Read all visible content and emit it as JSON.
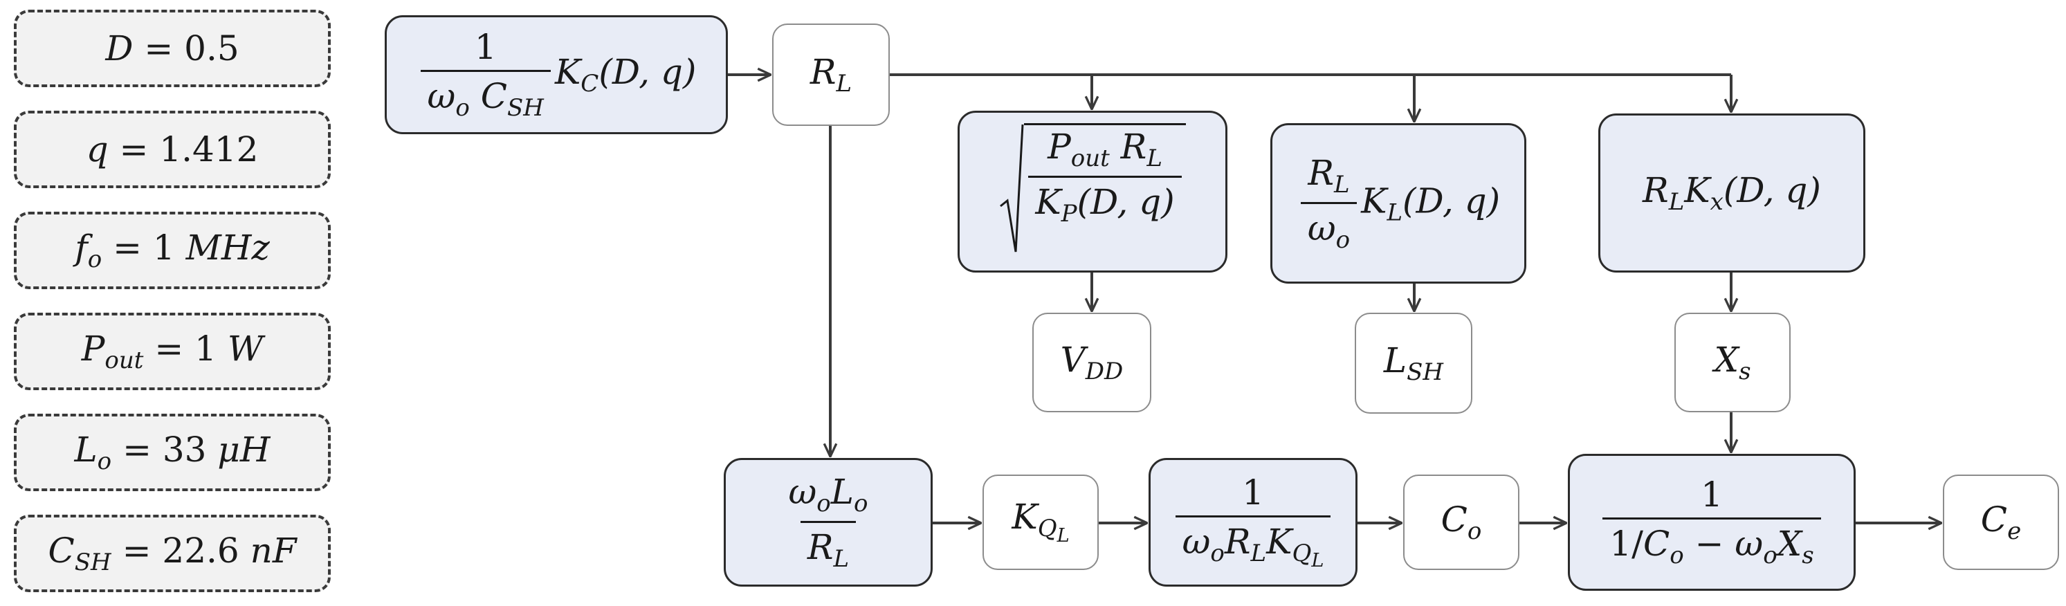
{
  "parameters": {
    "D": {
      "label": "D",
      "value": "0.5"
    },
    "q": {
      "label": "q",
      "value": "1.412"
    },
    "fo": {
      "label": "f",
      "sub": "o",
      "value": "1",
      "unit": "MHz"
    },
    "Pout": {
      "label": "P",
      "sub": "out",
      "value": "1",
      "unit": "W"
    },
    "Lo": {
      "label": "L",
      "sub": "o",
      "value": "33",
      "unit": "μH"
    },
    "CSH": {
      "label": "C",
      "sub": "SH",
      "value": "22.6",
      "unit": "nF"
    }
  },
  "symbols": {
    "eq": "=",
    "one": "1",
    "omega": "ω",
    "o": "o",
    "R": "R",
    "L": "L",
    "C": "C",
    "K": "K",
    "X": "X",
    "P": "P",
    "V": "V",
    "Q": "Q",
    "e": "e",
    "s": "s",
    "x": "x",
    "SH": "SH",
    "DD": "DD",
    "out": "out",
    "args": "(D, q)",
    "slash": "/",
    "minus": "−"
  },
  "colors": {
    "formula_fill": "#e8ecf6",
    "param_fill": "#f2f2f2",
    "result_fill": "#ffffff",
    "line": "#3a3a3a"
  }
}
